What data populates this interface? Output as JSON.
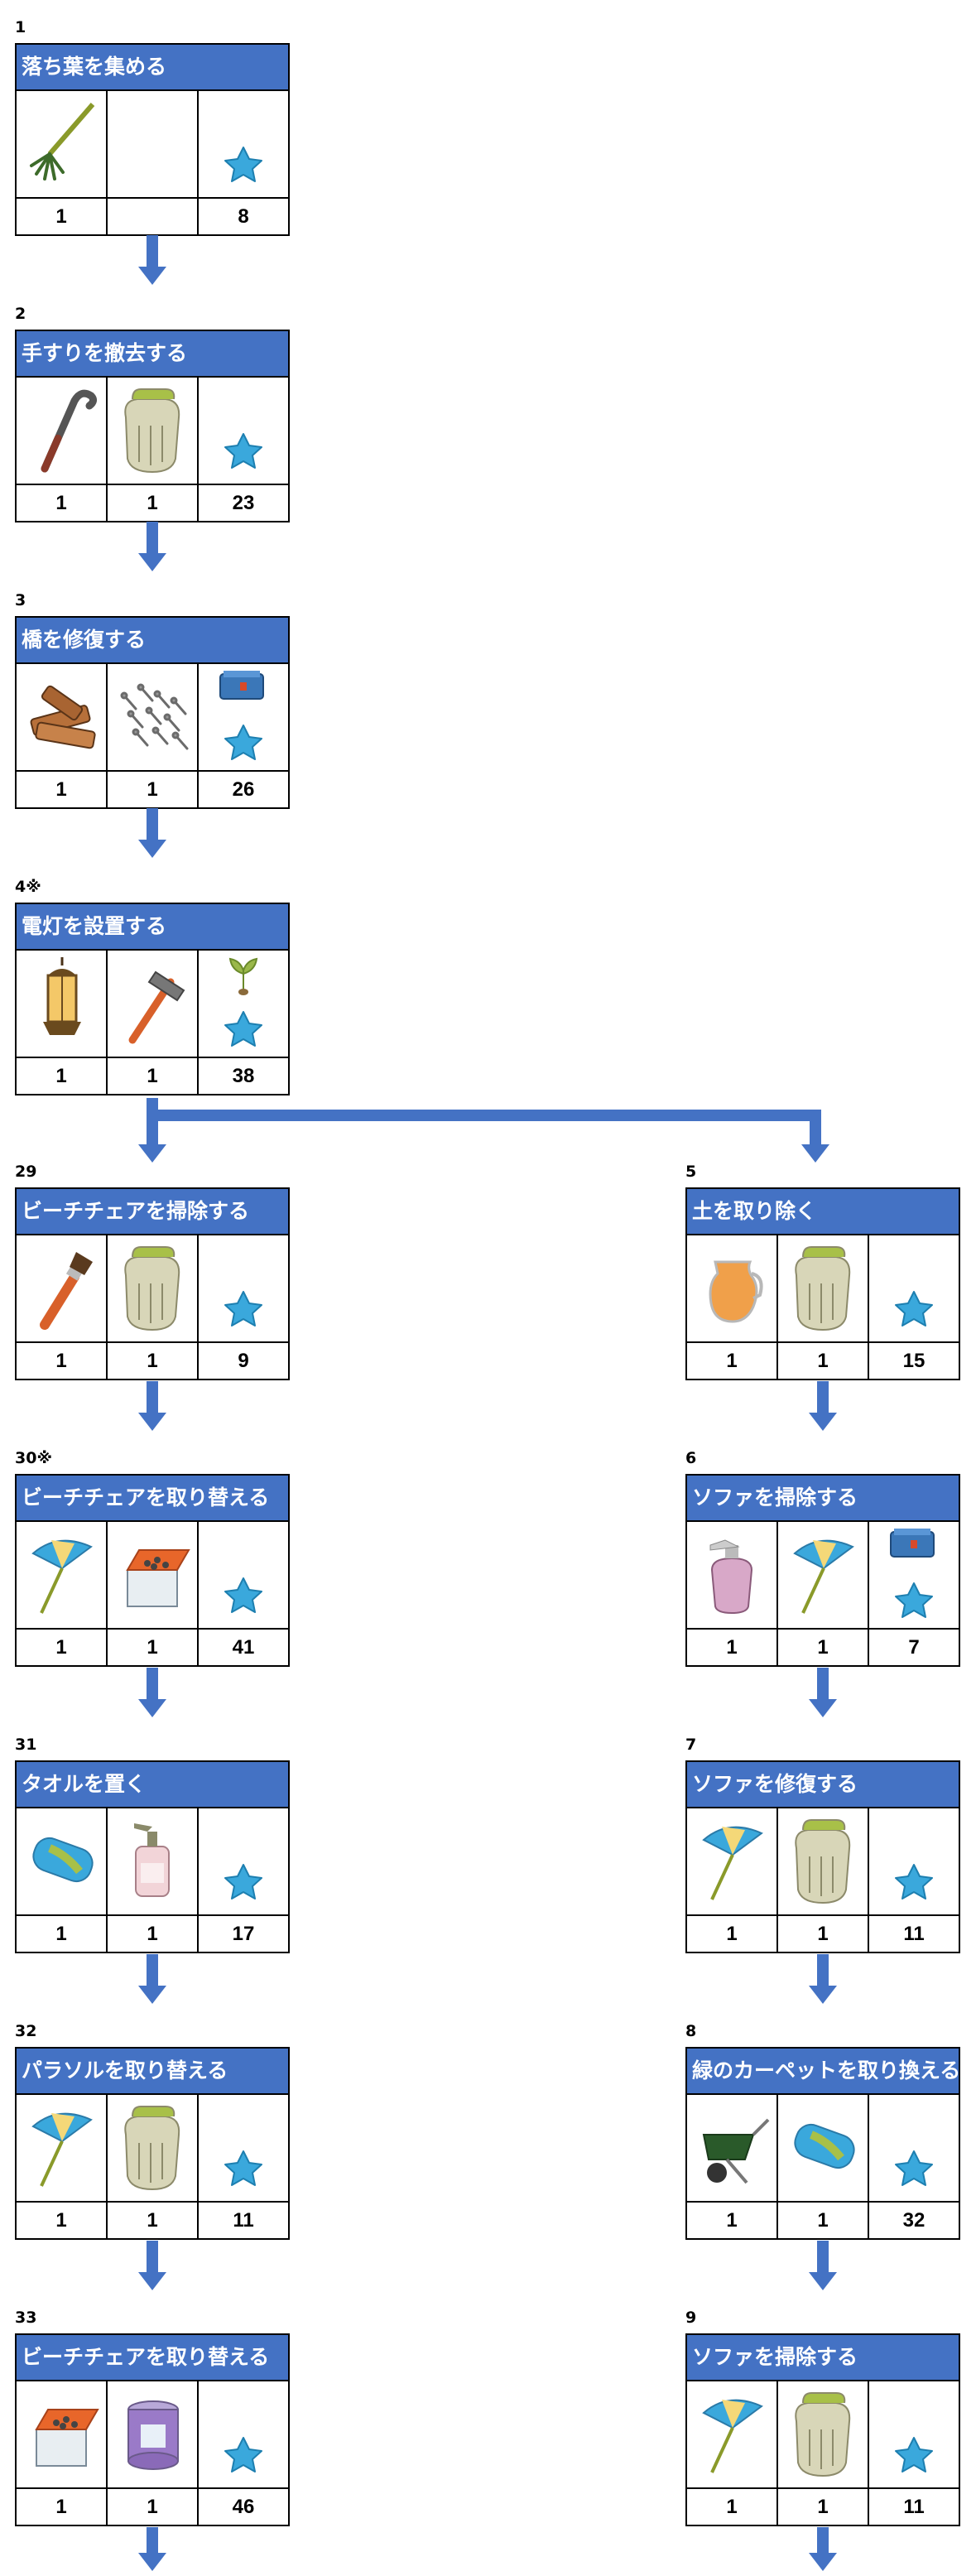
{
  "colors": {
    "header": "#4472c4",
    "arrow": "#4472c4",
    "star": "#3aa8dc"
  },
  "steps": [
    {
      "no": "1",
      "title": "落ち葉を集める",
      "items": [
        "rake-icon",
        "",
        "star-icon"
      ],
      "counts": [
        "1",
        "",
        "8"
      ]
    },
    {
      "no": "2",
      "title": "手すりを撤去する",
      "items": [
        "crowbar-icon",
        "gloves-icon",
        "star-icon"
      ],
      "counts": [
        "1",
        "1",
        "23"
      ]
    },
    {
      "no": "3",
      "title": "橋を修復する",
      "items": [
        "wood-planks-icon",
        "nails-icon",
        "toolbox-star-icon"
      ],
      "counts": [
        "1",
        "1",
        "26"
      ]
    },
    {
      "no": "4※",
      "title": "電灯を設置する",
      "items": [
        "lantern-icon",
        "hammer-icon",
        "sprout-star-icon"
      ],
      "counts": [
        "1",
        "1",
        "38"
      ]
    },
    {
      "no": "29",
      "title": "ビーチチェアを掃除する",
      "items": [
        "paintbrush-icon",
        "gloves-icon",
        "star-icon"
      ],
      "counts": [
        "1",
        "1",
        "9"
      ]
    },
    {
      "no": "30※",
      "title": "ビーチチェアを取り替える",
      "items": [
        "parasol-icon",
        "nails-box-icon",
        "star-icon"
      ],
      "counts": [
        "1",
        "1",
        "41"
      ]
    },
    {
      "no": "31",
      "title": "タオルを置く",
      "items": [
        "towel-icon",
        "soap-bottle-icon",
        "star-icon"
      ],
      "counts": [
        "1",
        "1",
        "17"
      ]
    },
    {
      "no": "32",
      "title": "パラソルを取り替える",
      "items": [
        "parasol-icon",
        "gloves-icon",
        "star-icon"
      ],
      "counts": [
        "1",
        "1",
        "11"
      ]
    },
    {
      "no": "33",
      "title": "ビーチチェアを取り替える",
      "items": [
        "nails-box-icon",
        "paint-can-icon",
        "star-icon"
      ],
      "counts": [
        "1",
        "1",
        "46"
      ]
    },
    {
      "no": "5",
      "title": "土を取り除く",
      "items": [
        "pitcher-icon",
        "gloves-icon",
        "star-icon"
      ],
      "counts": [
        "1",
        "1",
        "15"
      ]
    },
    {
      "no": "6",
      "title": "ソファを掃除する",
      "items": [
        "spray-bottle-icon",
        "parasol-icon",
        "toolbox-star-icon"
      ],
      "counts": [
        "1",
        "1",
        "7"
      ]
    },
    {
      "no": "7",
      "title": "ソファを修復する",
      "items": [
        "parasol-icon",
        "gloves-icon",
        "star-icon"
      ],
      "counts": [
        "1",
        "1",
        "11"
      ]
    },
    {
      "no": "8",
      "title": "緑のカーペットを取り換える",
      "items": [
        "wheelbarrow-icon",
        "towel-icon",
        "star-icon"
      ],
      "counts": [
        "1",
        "1",
        "32"
      ]
    },
    {
      "no": "9",
      "title": "ソファを掃除する",
      "items": [
        "parasol-icon",
        "gloves-icon",
        "star-icon"
      ],
      "counts": [
        "1",
        "1",
        "11"
      ]
    }
  ]
}
